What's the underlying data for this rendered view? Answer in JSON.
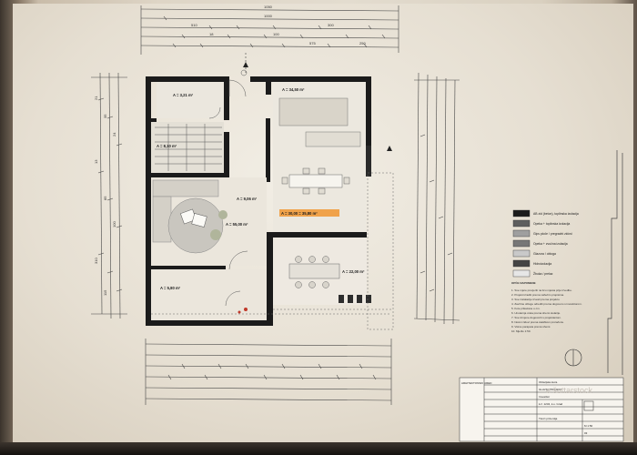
{
  "drawing": {
    "top_dims": [
      "1050",
      "1000",
      "510",
      "300",
      "18",
      "100",
      "575",
      "250"
    ],
    "left_dims": [
      "21",
      "35",
      "24",
      "13",
      "85",
      "100",
      "310",
      "115"
    ],
    "room_labels": {
      "bath_area": "A = 3,21 m²",
      "stair_area": "A = 8,10 m²",
      "hall_area": "A = 9,06 m²",
      "utility_area": "A = 5,80 m²",
      "kitchen_area": "A = 34,50 m²",
      "main_area_highlight": "A = 30,00 = 35,80 m²",
      "living_area": "A = 55,00 m²",
      "terrace_area": "A = 22,00 m²"
    },
    "legend": {
      "items": [
        "AB zid (beton), toplinska izolacija",
        "Opeka + toplinska izolacija",
        "Gips ploče / pregradni zidovi",
        "Opeka + zvučna izolacija",
        "Glazura / obloga",
        "Hidroizolacija",
        "Žbuka / prelaz"
      ],
      "notes_title": "OPĆE NAPOMENE",
      "notes": [
        "1. Sve mjere provjeriti na licu mjesta prije izvedbe.",
        "2. Projekt izraditi prema važećim propisima.",
        "3. Sve instalacije izvesti prema projektu.",
        "4. Završne obloge odrediti prema dogovoru s investitorom.",
        "5. Kote prikazane u cm.",
        "6. Unutarnja vrata prema shemi stolarije.",
        "7. Sve izmjene dogovoriti s projektantom.",
        "8. Nosivi zidovi prema statičkom proračunu.",
        "9. Visine parapeta prema shemi.",
        "10. Mjerilo 1:50."
      ]
    },
    "title_block": {
      "office": "ARHITEKTONSKI URED",
      "project": "Obiteljska kuća",
      "phase": "GLAVNI PROJEKT",
      "drawing_name": "Tlocrt prizemlja",
      "scale": "M 1:50",
      "sheet": "03",
      "investor": "Investitor",
      "location": "k.č. 1234, k.o. Grad"
    },
    "watermark": "e šuttarstock"
  }
}
